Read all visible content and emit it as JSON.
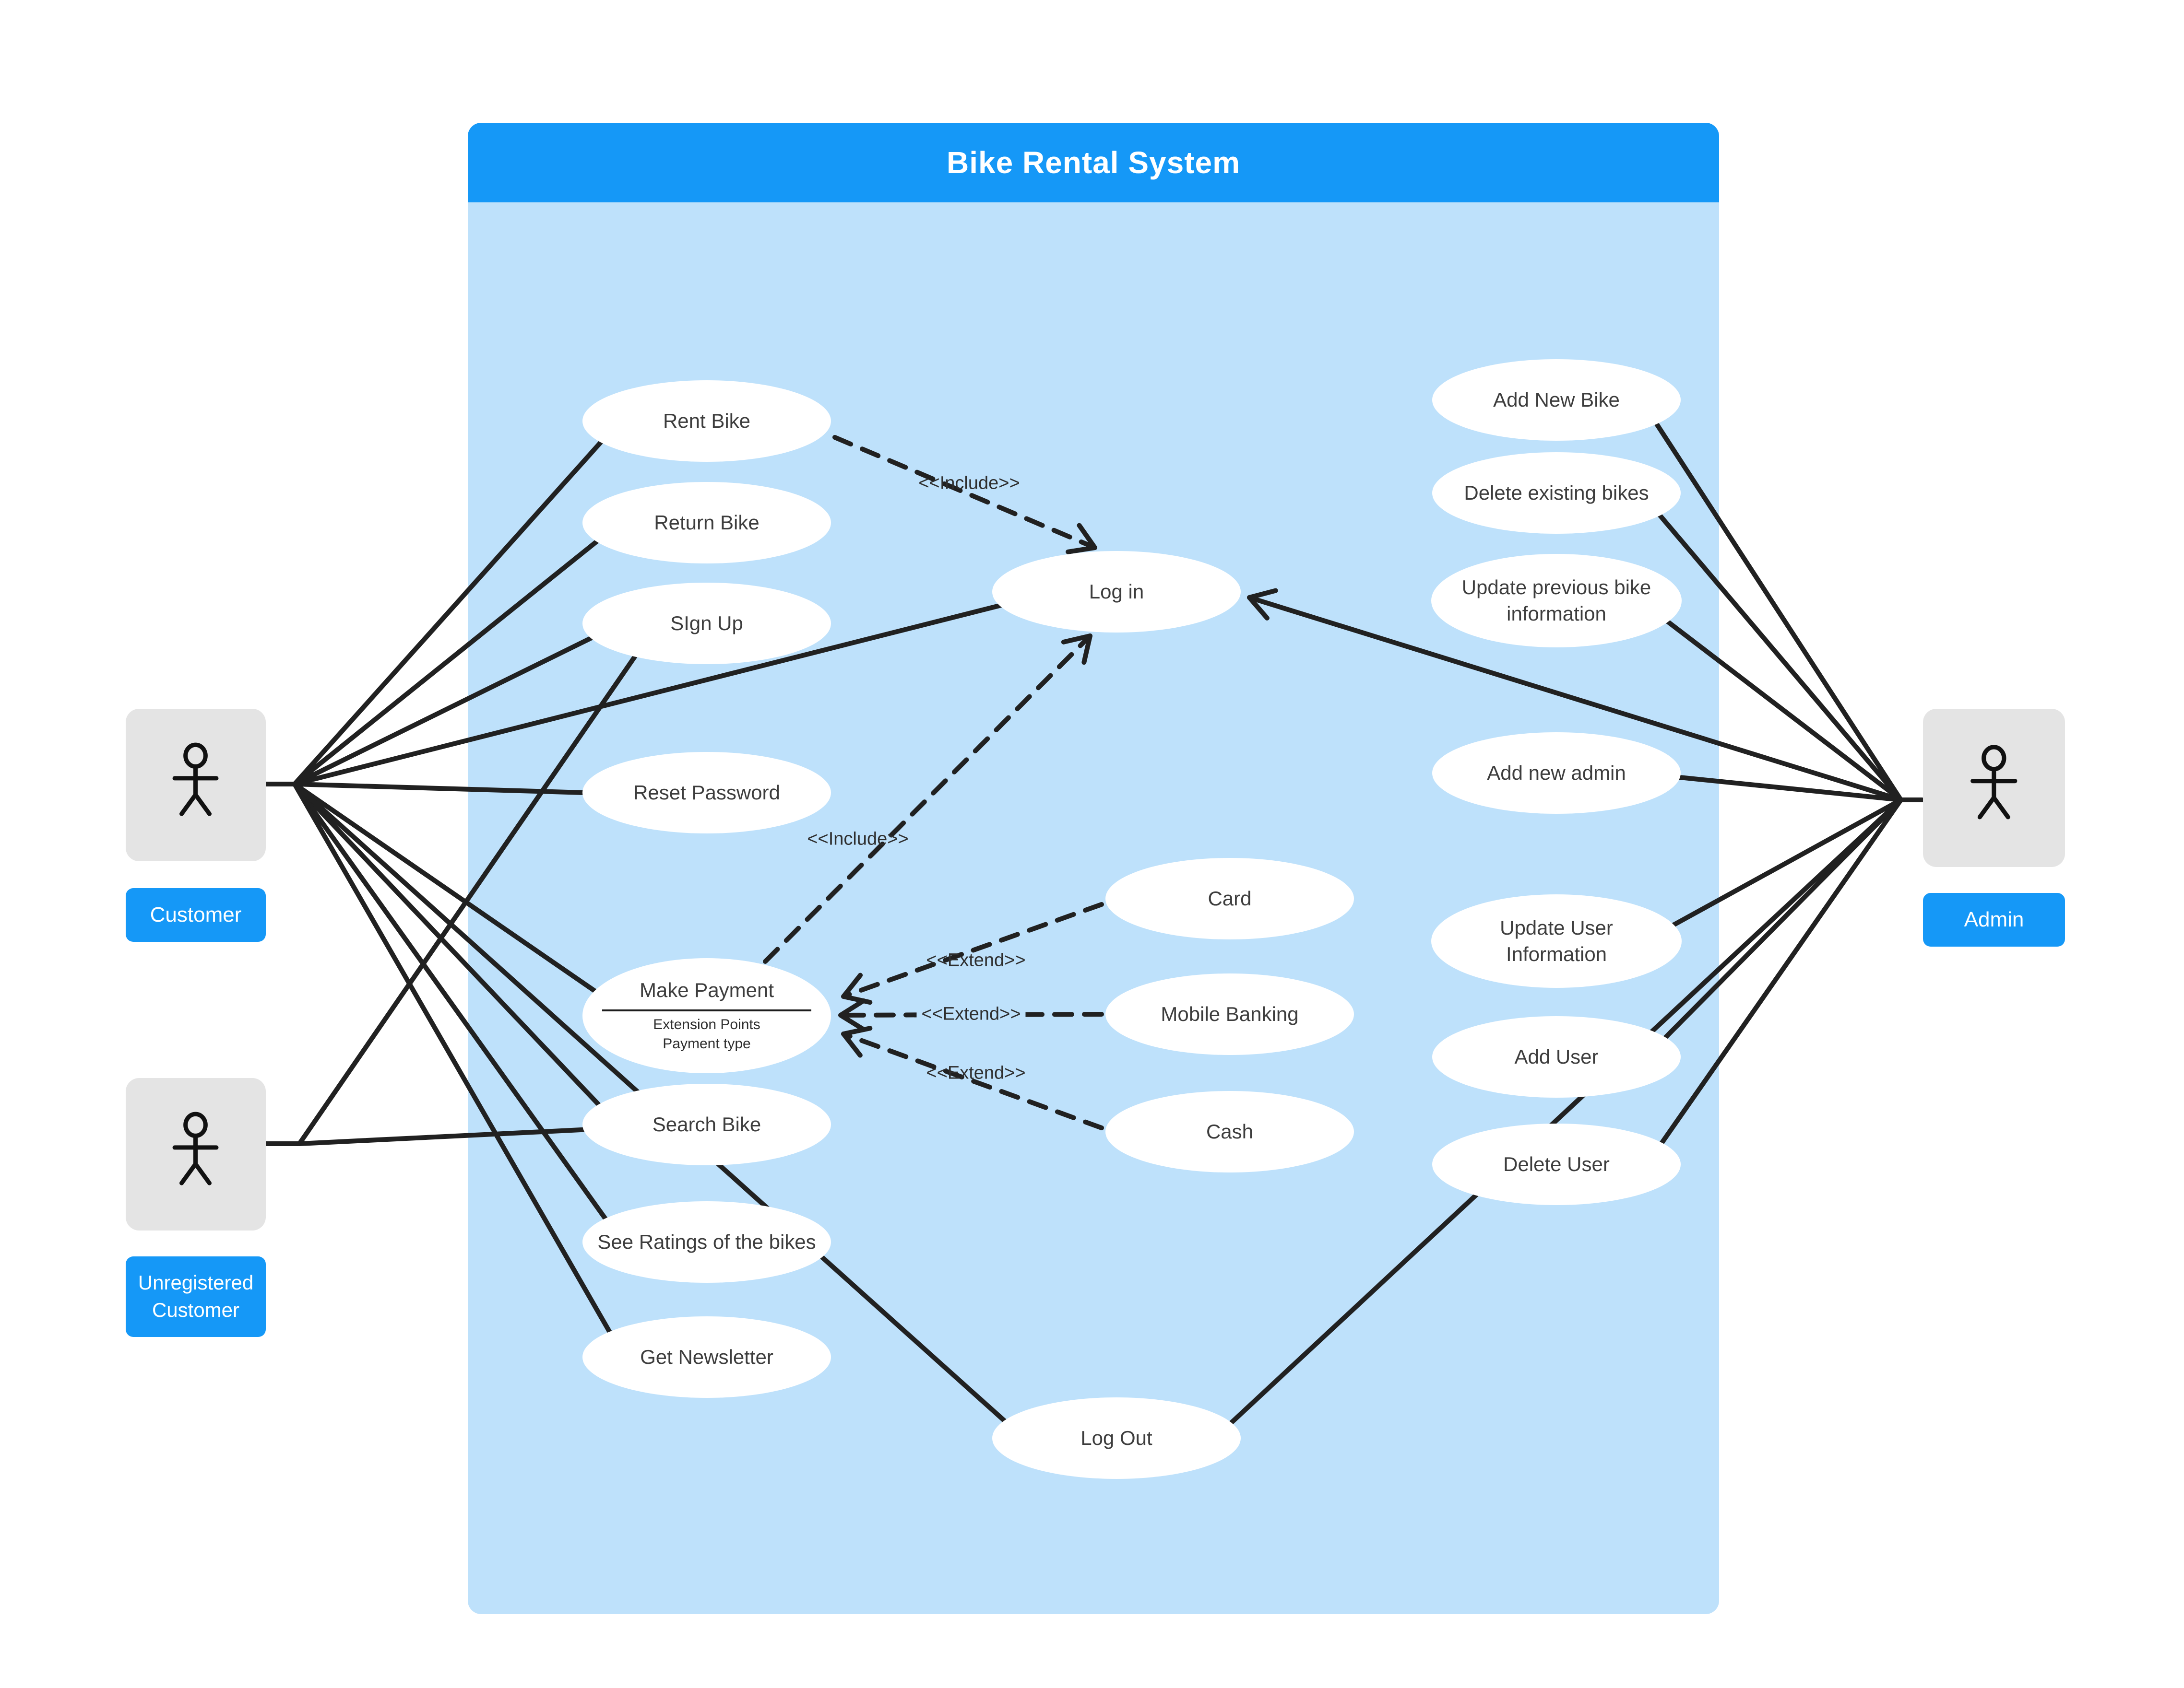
{
  "title": "Bike Rental System",
  "actors": {
    "customer": {
      "label": "Customer"
    },
    "unregistered_customer": {
      "label": "Unregistered Customer"
    },
    "admin": {
      "label": "Admin"
    }
  },
  "use_cases": {
    "rent_bike": {
      "label": "Rent Bike"
    },
    "return_bike": {
      "label": "Return Bike"
    },
    "sign_up": {
      "label": "SIgn Up"
    },
    "reset_password": {
      "label": "Reset Password"
    },
    "make_payment": {
      "label": "Make Payment",
      "extension_points_title": "Extension Points",
      "extension_point": "Payment type"
    },
    "search_bike": {
      "label": "Search Bike"
    },
    "see_ratings": {
      "label": "See Ratings of the bikes"
    },
    "get_newsletter": {
      "label": "Get Newsletter"
    },
    "log_in": {
      "label": "Log in"
    },
    "log_out": {
      "label": "Log Out"
    },
    "card": {
      "label": "Card"
    },
    "mobile_banking": {
      "label": "Mobile Banking"
    },
    "cash": {
      "label": "Cash"
    },
    "add_new_bike": {
      "label": "Add New Bike"
    },
    "delete_existing_bikes": {
      "label": "Delete existing bikes"
    },
    "update_previous_bike": {
      "label": "Update previous bike information"
    },
    "add_new_admin": {
      "label": "Add new admin"
    },
    "update_user_information": {
      "label": "Update User Information"
    },
    "add_user": {
      "label": "Add User"
    },
    "delete_user": {
      "label": "Delete User"
    }
  },
  "connector_labels": {
    "include": "<<Include>>",
    "extend": "<<Extend>>"
  },
  "colors": {
    "header_blue": "#1598F7",
    "panel_blue": "#BEE1FB",
    "actor_gray": "#E4E4E4",
    "line_black": "#212121",
    "text_dark": "#3D3D3D"
  }
}
